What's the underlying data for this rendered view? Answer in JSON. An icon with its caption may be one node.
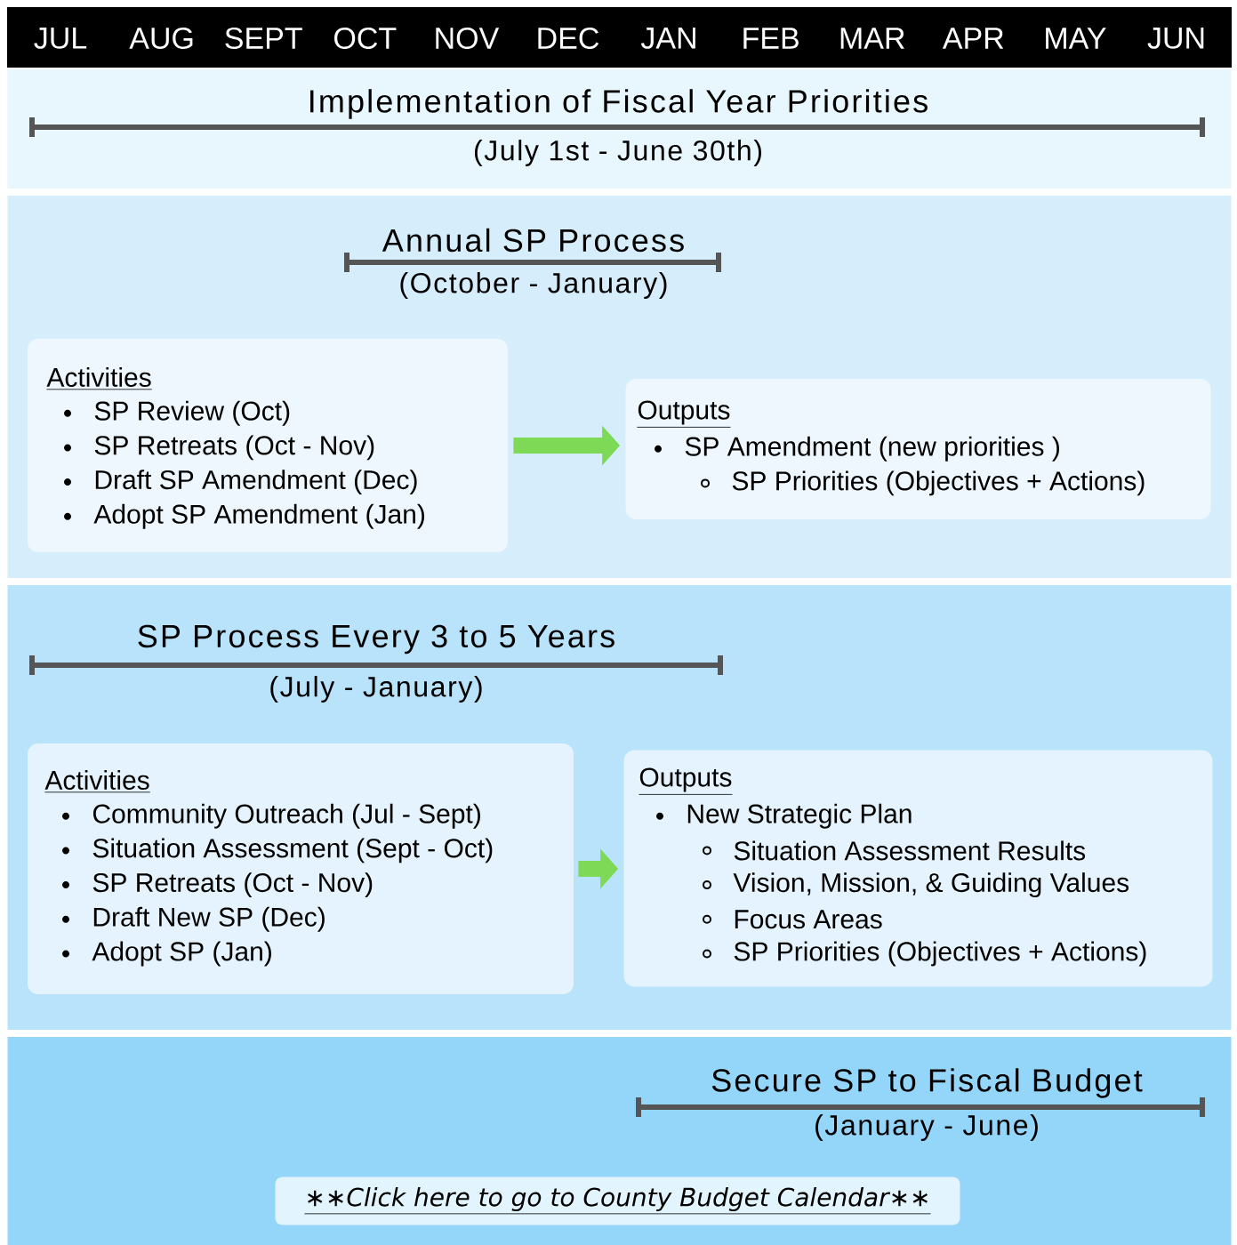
{
  "diagram": {
    "nodes": [
      {
        "text": [
          "Implementation of Fiscal Year Priorities",
          "(July 1st - June 30th)"
        ]
      },
      {
        "text": [
          "Annual SP Process",
          "(October - January)"
        ]
      },
      {
        "text": [
          "Activities",
          "SP Review (Oct)",
          "SP Retreats (Oct - Nov)",
          "Draft SP Amendment (Dec)",
          "Adopt SP Amendment (Jan)"
        ],
        "in": 1
      },
      {
        "text": [
          "Outputs",
          "SP Amendment (new priorities )",
          "SP Priorities (Objectives + Actions)"
        ],
        "in": 1
      },
      {
        "text": [
          "SP Process Every 3 to 5 Years",
          "(July - January)"
        ]
      },
      {
        "text": [
          "Activities",
          "Community Outreach (Jul - Sept)",
          "Situation Assessment (Sept - Oct)",
          "SP Retreats (Oct - Nov)",
          "Draft New SP (Dec)",
          "Adopt SP (Jan)"
        ],
        "in": 4
      },
      {
        "text": [
          "Outputs",
          "New Strategic Plan",
          "Situation Assessment Results",
          "Vision, Mission, & Guiding Values",
          "Focus Areas",
          "SP Priorities (Objectives + Actions)"
        ],
        "in": 4
      },
      {
        "text": [
          "Secure SP to Fiscal Budget",
          "(January - June)"
        ]
      },
      {
        "text": [
          "∗∗Click here to go to County Budget Calendar∗∗"
        ],
        "in": 7
      }
    ],
    "edges": [
      {
        "from": 2,
        "to": 3,
        "arrow": "to"
      },
      {
        "from": 5,
        "to": 6,
        "arrow": "to"
      }
    ],
    "labels": [
      "JUL",
      "AUG",
      "SEPT",
      "OCT",
      "NOV",
      "DEC",
      "JAN",
      "FEB",
      "MAR",
      "APR",
      "MAY",
      "JUN"
    ]
  }
}
